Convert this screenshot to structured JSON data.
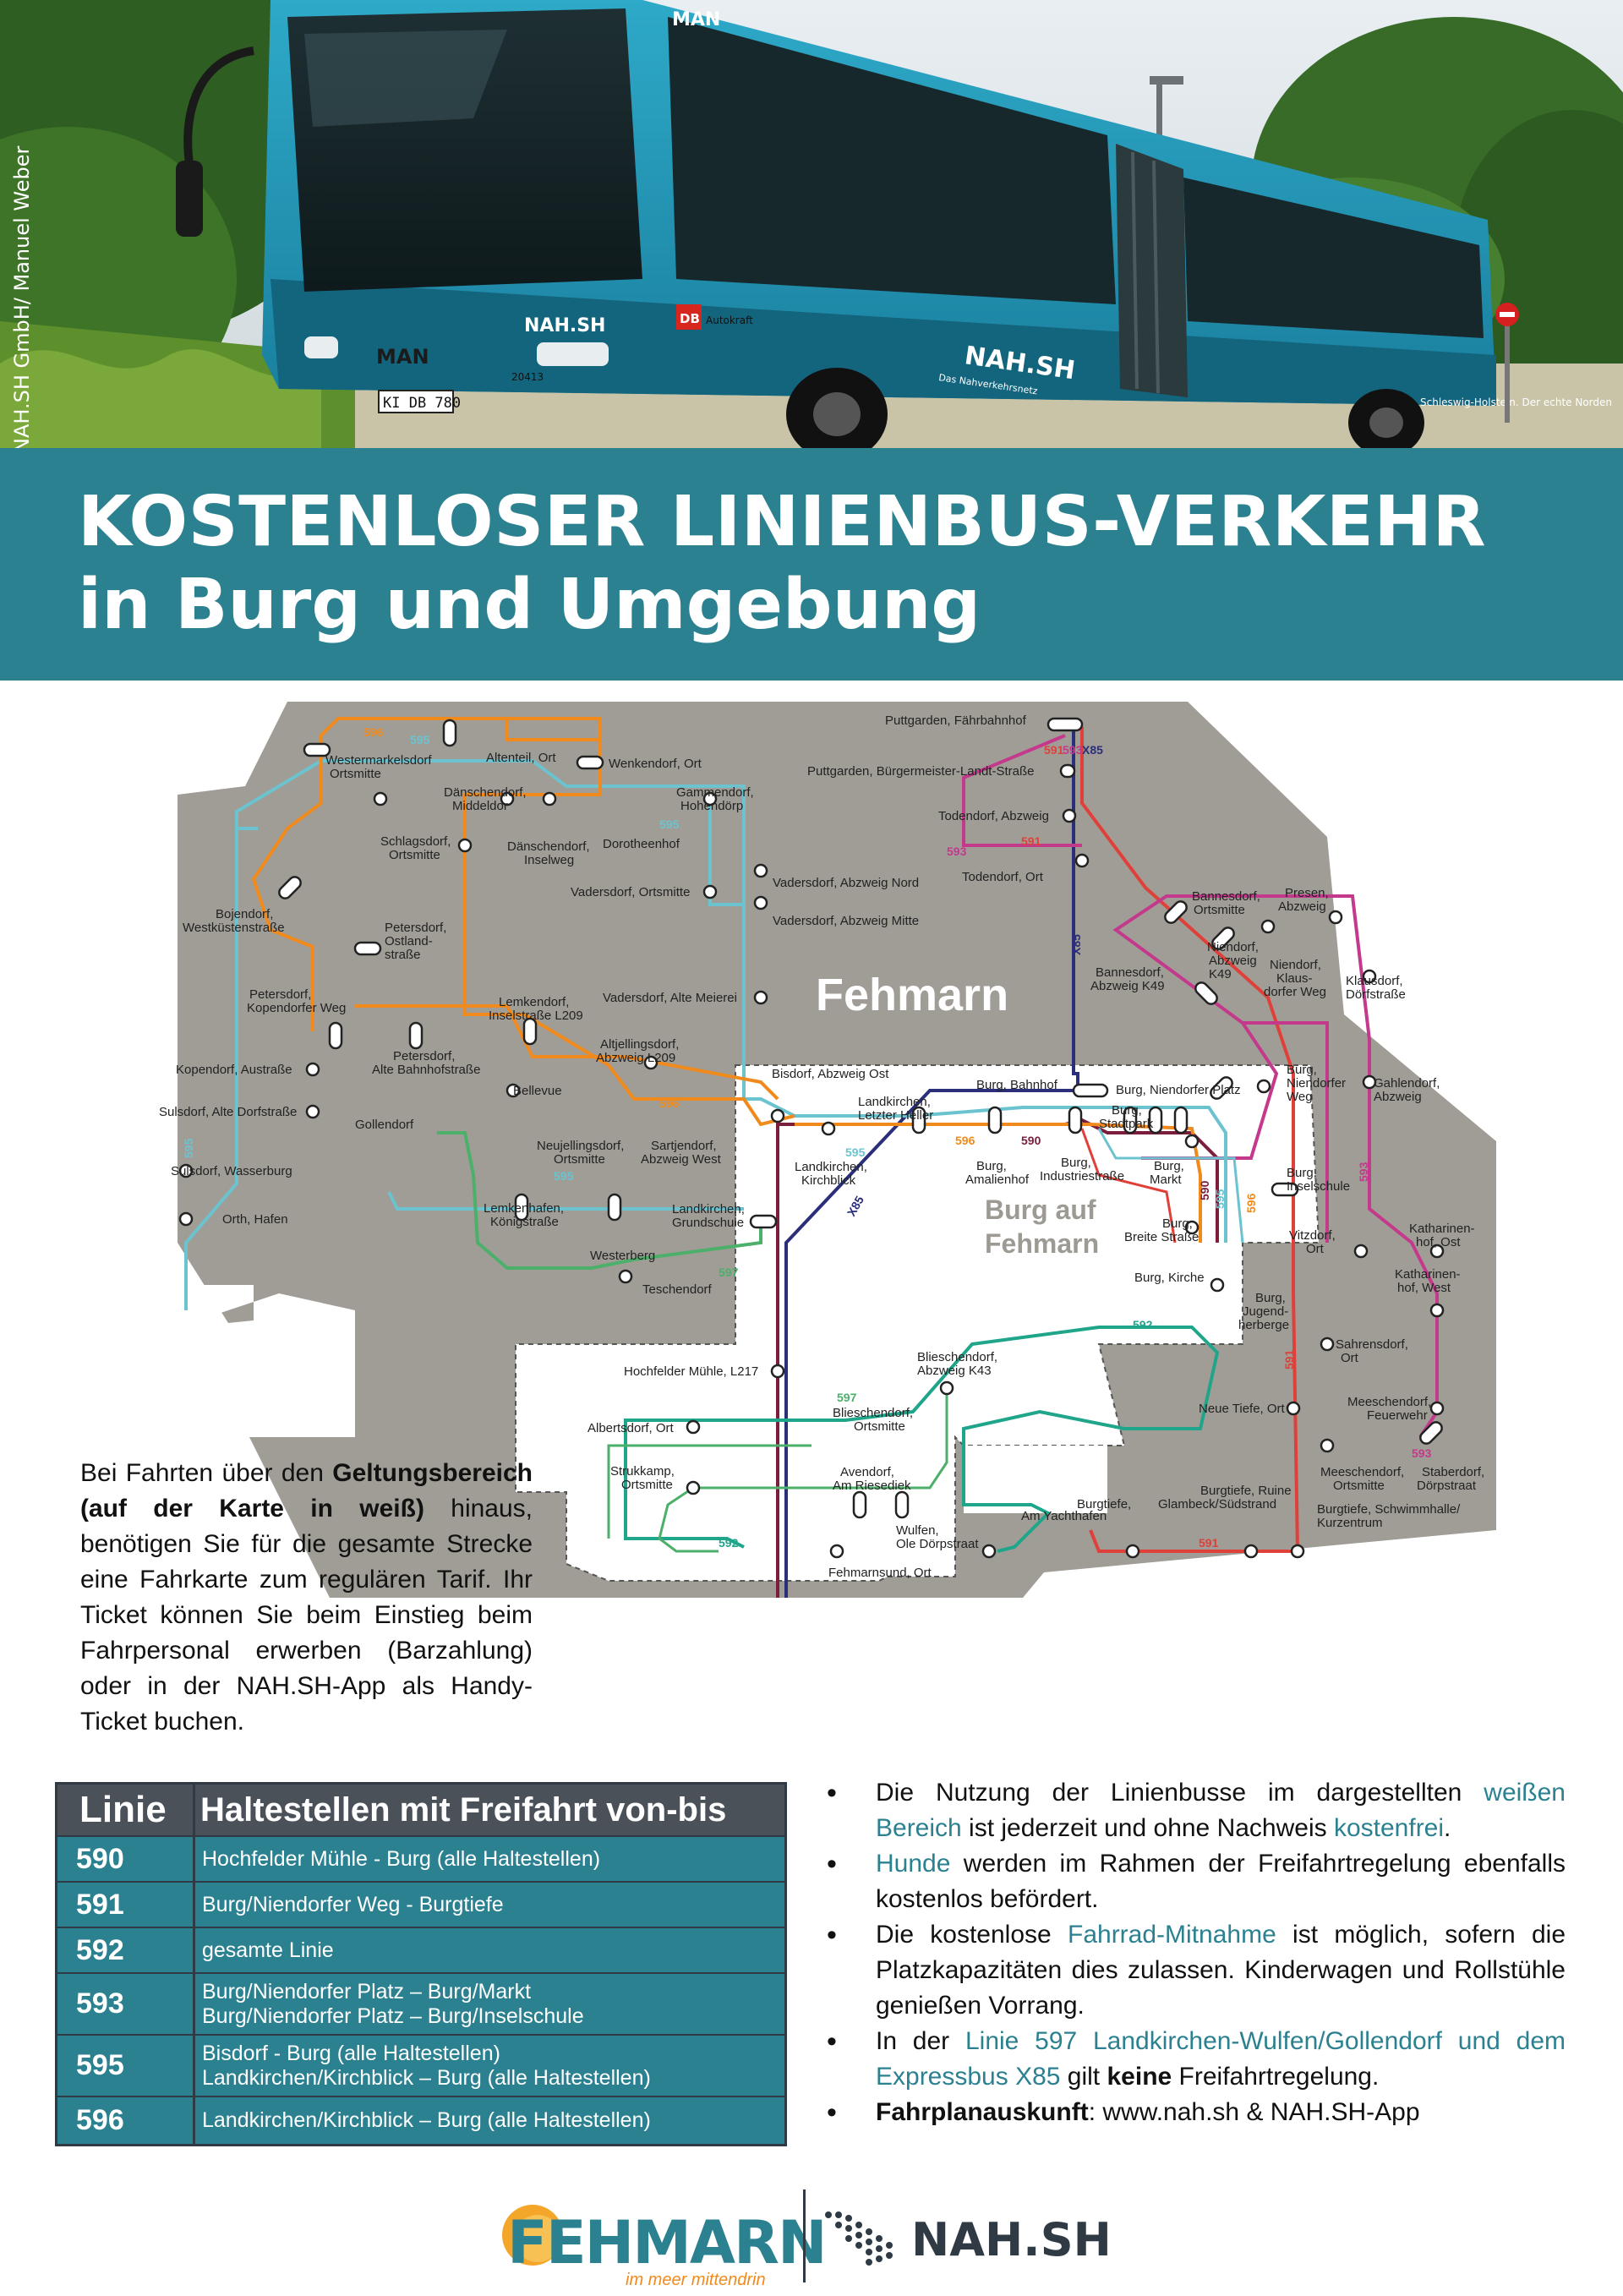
{
  "photo_credit": "©NAH.SH GmbH/ Manuel Weber",
  "bus": {
    "roof_brand": "MAN",
    "front_brand": "MAN",
    "side_logo": "NAH.SH",
    "side_logo_sub": "Das Nahverkehrsnetz",
    "operator": "Autokraft",
    "plate": "KI DB 780",
    "fleet_no": "20413",
    "side_text": "Schleswig-Holstein. Der echte Norden"
  },
  "title": {
    "line1": "KOSTENLOSER LINIENBUS-VERKEHR",
    "line2": "in Burg und Umgebung"
  },
  "map": {
    "island_label": "Fehmarn",
    "town_label_1": "Burg auf",
    "town_label_2": "Fehmarn",
    "stops": {
      "westermarkelsdorf_1": "Westermarkelsdorf",
      "westermarkelsdorf_2": "Ortsmitte",
      "altenteil": "Altenteil, Ort",
      "wenkendorf": "Wenkendorf, Ort",
      "puttgarden_1": "Puttgarden, Fährbahnhof",
      "puttgarden_2": "Puttgarden, Bürgermeister-Landt-Straße",
      "daenschendorf_m1": "Dänschendorf,",
      "daenschendorf_m2": "Middeldor",
      "gammendorf_1": "Gammendorf,",
      "gammendorf_2": "Hohendörp",
      "todendorf_abzw": "Todendorf, Abzweig",
      "schlagsdorf_1": "Schlagsdorf,",
      "schlagsdorf_2": "Ortsmitte",
      "daenschendorf_i1": "Dänschendorf,",
      "daenschendorf_i2": "Inselweg",
      "dorotheenhof": "Dorotheenhof",
      "todendorf_ort": "Todendorf, Ort",
      "vadersdorf_nord": "Vadersdorf, Abzweig Nord",
      "vadersdorf_ortsmitte": "Vadersdorf, Ortsmitte",
      "vadersdorf_mitte": "Vadersdorf, Abzweig Mitte",
      "bojendorf_1": "Bojendorf,",
      "bojendorf_2": "Westküstenstraße",
      "petersdorf_o1": "Petersdorf,",
      "petersdorf_o2": "Ostland-",
      "petersdorf_o3": "straße",
      "bannesdorf_o1": "Bannesdorf,",
      "bannesdorf_o2": "Ortsmitte",
      "presen_1": "Presen,",
      "presen_2": "Abzweig",
      "niendorf_a1": "Niendorf,",
      "niendorf_a2": "Abzweig",
      "niendorf_a3": "K49",
      "bannesdorf_k1": "Bannesdorf,",
      "bannesdorf_k2": "Abzweig K49",
      "niendorf_k1": "Niendorf,",
      "niendorf_k2": "Klaus-",
      "niendorf_k3": "dorfer Weg",
      "klausdorf_1": "Klausdorf,",
      "klausdorf_2": "Dörfstraße",
      "petersdorf_k1": "Petersdorf,",
      "petersdorf_k2": "Kopendorfer Weg",
      "lemkendorf_1": "Lemkendorf,",
      "lemkendorf_2": "Inselstraße L209",
      "vadersdorf_meierei": "Vadersdorf, Alte Meierei",
      "altjellingsdorf_1": "Altjellingsdorf,",
      "altjellingsdorf_2": "Abzweig L209",
      "kopendorf": "Kopendorf, Austraße",
      "petersdorf_a1": "Petersdorf,",
      "petersdorf_a2": "Alte Bahnhofstraße",
      "bisdorf": "Bisdorf, Abzweig Ost",
      "bellevue": "Bellevue",
      "burg_bahnhof": "Burg, Bahnhof",
      "burg_niendorfer_platz": "Burg, Niendorfer Platz",
      "burg_niendorfer_weg1": "Burg,",
      "burg_niendorfer_weg2": "Niendorfer",
      "burg_niendorfer_weg3": "Weg",
      "gahlendorf_1": "Gahlendorf,",
      "gahlendorf_2": "Abzweig",
      "sulsdorf_alte": "Sulsdorf, Alte Dorfstraße",
      "landkirchen_lh1": "Landkirchen,",
      "landkirchen_lh2": "Letzter Heller",
      "burg_stadtpark1": "Burg,",
      "burg_stadtpark2": "Stadtpark",
      "gollendorf": "Gollendorf",
      "neujellingsdorf_1": "Neujellingsdorf,",
      "neujellingsdorf_2": "Ortsmitte",
      "sartjendorf_1": "Sartjendorf,",
      "sartjendorf_2": "Abzweig West",
      "landkirchen_kb1": "Landkirchen,",
      "landkirchen_kb2": "Kirchblick",
      "burg_amalienhof1": "Burg,",
      "burg_amalienhof2": "Amalienhof",
      "burg_industrie1": "Burg,",
      "burg_industrie2": "Industriestraße",
      "burg_markt1": "Burg,",
      "burg_markt2": "Markt",
      "burg_inselschule1": "Burg,",
      "burg_inselschule2": "Inselschule",
      "sulsdorf_wasserburg": "Sulsdorf, Wasserburg",
      "orth_hafen": "Orth, Hafen",
      "lemkenhafen_1": "Lemkenhafen,",
      "lemkenhafen_2": "Königstraße",
      "landkirchen_gs1": "Landkirchen,",
      "landkirchen_gs2": "Grundschule",
      "burg_breite1": "Burg,",
      "burg_breite2": "Breite Straße",
      "vitzdorf_1": "Vitzdorf,",
      "vitzdorf_2": "Ort",
      "katharinenhof_o1": "Katharinen-",
      "katharinenhof_o2": "hof, Ost",
      "westerberg": "Westerberg",
      "teschendorf": "Teschendorf",
      "katharinenhof_w1": "Katharinen-",
      "katharinenhof_w2": "hof, West",
      "burg_kirche": "Burg, Kirche",
      "burg_jugend1": "Burg,",
      "burg_jugend2": "Jugend-",
      "burg_jugend3": "herberge",
      "sahrensdorf_1": "Sahrensdorf,",
      "sahrensdorf_2": "Ort",
      "hochfelder": "Hochfelder Mühle, L217",
      "blieschendorf_k1": "Blieschendorf,",
      "blieschendorf_k2": "Abzweig K43",
      "meeschendorf_f1": "Meeschendorf,",
      "meeschendorf_f2": "Feuerwehr",
      "albertsdorf": "Albertsdorf, Ort",
      "blieschendorf_o1": "Blieschendorf,",
      "blieschendorf_o2": "Ortsmitte",
      "neue_tiefe": "Neue Tiefe, Ort",
      "strukkamp_1": "Strukkamp,",
      "strukkamp_2": "Ortsmitte",
      "avendorf_1": "Avendorf,",
      "avendorf_2": "Am Riesediek",
      "meeschendorf_o1": "Meeschendorf,",
      "meeschendorf_o2": "Ortsmitte",
      "staberdorf_1": "Staberdorf,",
      "staberdorf_2": "Dörpstraat",
      "burgtiefe_ruine1": "Burgtiefe, Ruine",
      "burgtiefe_ruine2": "Glambeck/Südstrand",
      "burgtiefe_y1": "Burgtiefe,",
      "burgtiefe_y2": "Am Yachthafen",
      "burgtiefe_s1": "Burgtiefe, Schwimmhalle/",
      "burgtiefe_s2": "Kurzentrum",
      "wulfen_1": "Wulfen,",
      "wulfen_2": "Ole Dörpstraat",
      "fehmarnsund": "Fehmarnsund, Ort"
    },
    "route_labels": {
      "r590": "590",
      "r591": "591",
      "r592": "592",
      "r593": "593",
      "r595": "595",
      "r596": "596",
      "r597": "597",
      "rX85": "X85"
    },
    "colors": {
      "r590": "#7a1e3c",
      "r591": "#e0403a",
      "r592": "#1fa58a",
      "r593": "#c4398c",
      "r595": "#6cc3d0",
      "r596": "#f08a1c",
      "r597": "#4caf6a",
      "rX85": "#2b2f7a",
      "land": "#a09d96",
      "free_zone": "#ffffff"
    }
  },
  "info": {
    "p1": "Bei Fahrten über den ",
    "b1": "Geltungsbereich (auf der Karte in weiß)",
    "p2": " hinaus, benötigen Sie für die gesamte Strecke eine Fahrkarte zum regulären Tarif. Ihr Ticket können Sie beim Einstieg beim Fahrpersonal erwerben (Barzahlung) oder in der NAH.SH-App als Handy-Ticket buchen."
  },
  "table": {
    "header": {
      "linie": "Linie",
      "haltestellen": "Haltestellen mit Freifahrt von-bis"
    },
    "rows": [
      {
        "linie": "590",
        "lines": [
          "Hochfelder Mühle - Burg (alle Haltestellen)"
        ]
      },
      {
        "linie": "591",
        "lines": [
          "Burg/Niendorfer Weg - Burgtiefe"
        ]
      },
      {
        "linie": "592",
        "lines": [
          "gesamte Linie"
        ]
      },
      {
        "linie": "593",
        "lines": [
          "Burg/Niendorfer Platz – Burg/Markt",
          "Burg/Niendorfer Platz – Burg/Inselschule"
        ]
      },
      {
        "linie": "595",
        "lines": [
          "Bisdorf - Burg (alle Haltestellen)",
          "Landkirchen/Kirchblick – Burg (alle Haltestellen)"
        ]
      },
      {
        "linie": "596",
        "lines": [
          "Landkirchen/Kirchblick – Burg (alle Haltestellen)"
        ]
      }
    ]
  },
  "bullets": {
    "b1_a": "Die Nutzung der Linienbusse im dargestellten ",
    "b1_hl1": "weißen Bereich",
    "b1_b": " ist jederzeit und ohne Nachweis ",
    "b1_hl2": "kostenfrei",
    "b1_c": ".",
    "b2_hl": "Hunde",
    "b2_a": " werden im Rahmen der Freifahrtregelung ebenfalls kostenlos befördert.",
    "b3_a": "Die kostenlose ",
    "b3_hl": "Fahrrad-Mitnahme",
    "b3_b": " ist möglich, sofern die Platzkapazitäten dies zulassen. Kinderwagen und Rollstühle genießen Vorrang.",
    "b4_a": "In der ",
    "b4_hl": "Linie 597 Landkirchen-Wulfen/Gollendorf und dem Expressbus X85",
    "b4_b": " gilt ",
    "b4_bold": "keine",
    "b4_c": " Freifahrtregelung.",
    "b5_bold": "Fahrplanauskunft",
    "b5_a": ": www.nah.sh & NAH.SH-App"
  },
  "footer": {
    "fehmarn_word": "FEHMARN",
    "fehmarn_slogan": "im meer mittendrin",
    "nahsh_word": "NAH.SH"
  }
}
